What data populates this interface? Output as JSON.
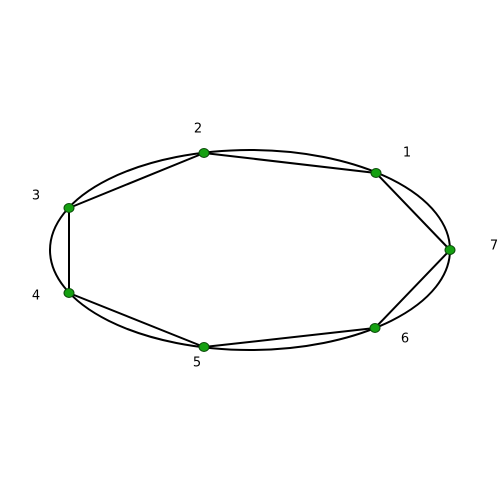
{
  "diagram": {
    "colors": {
      "node_fill": "#15a011",
      "node_stroke": "#0b4a0a",
      "edge": "#000000",
      "ring": "#000000",
      "label": "#000000"
    },
    "nodes": [
      {
        "id": "1",
        "label": "1"
      },
      {
        "id": "2",
        "label": "2"
      },
      {
        "id": "3",
        "label": "3"
      },
      {
        "id": "4",
        "label": "4"
      },
      {
        "id": "5",
        "label": "5"
      },
      {
        "id": "6",
        "label": "6"
      },
      {
        "id": "7",
        "label": "7"
      }
    ],
    "edges": [
      {
        "from": "1",
        "to": "2"
      },
      {
        "from": "2",
        "to": "3"
      },
      {
        "from": "3",
        "to": "4"
      },
      {
        "from": "4",
        "to": "5"
      },
      {
        "from": "5",
        "to": "6"
      },
      {
        "from": "6",
        "to": "7"
      },
      {
        "from": "7",
        "to": "1"
      }
    ]
  }
}
